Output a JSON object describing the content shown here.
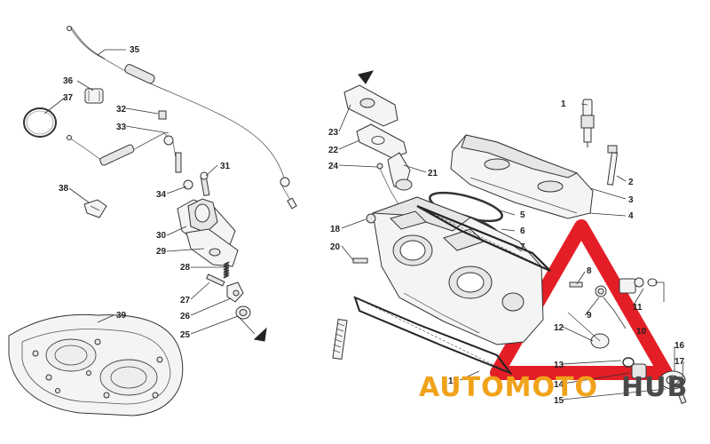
{
  "diagram": {
    "callouts": [
      "1",
      "2",
      "3",
      "4",
      "5",
      "6",
      "7",
      "8",
      "9",
      "10",
      "11",
      "12",
      "13",
      "14",
      "15",
      "16",
      "17",
      "18",
      "19",
      "20",
      "21",
      "22",
      "23",
      "24",
      "25",
      "26",
      "27",
      "28",
      "29",
      "30",
      "31",
      "32",
      "33",
      "34",
      "35",
      "36",
      "37",
      "38",
      "39"
    ]
  },
  "watermark": {
    "part1": "AUTOMOTO",
    "part2": "HUB",
    "colors": {
      "orange": "#f0a21a",
      "red": "#e41e26",
      "gray": "#4a4a4a"
    }
  }
}
